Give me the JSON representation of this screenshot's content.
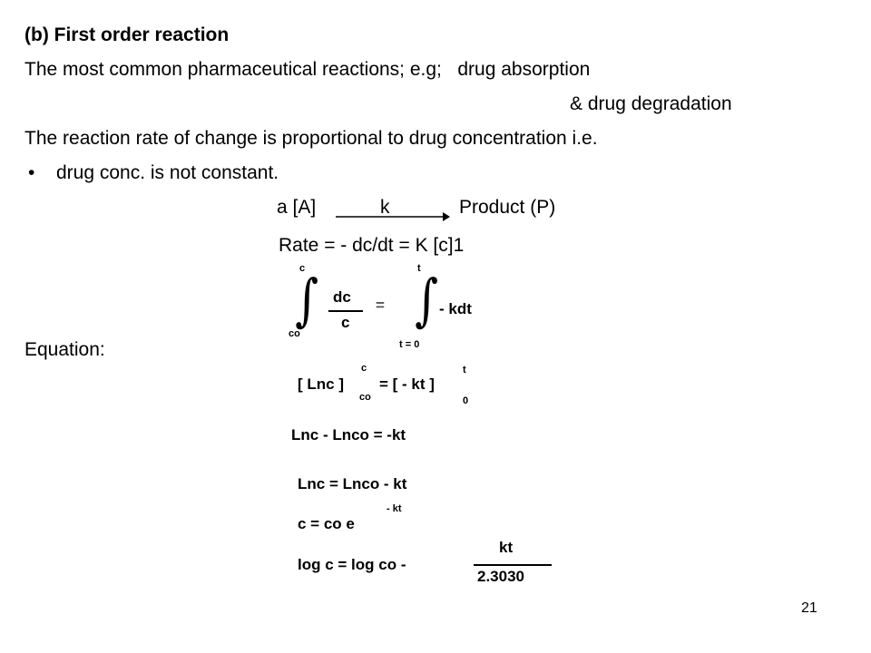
{
  "slide": {
    "title": "(b) First order reaction",
    "line1": "The most common pharmaceutical reactions; e.g;   drug absorption",
    "line2": "& drug degradation",
    "line3": "The reaction rate of change is proportional to drug concentration i.e.",
    "bullet": "drug conc. is not constant.",
    "scheme_left": "a [A]",
    "scheme_k": "k",
    "scheme_right": "Product (P)",
    "rate": "Rate = - dc/dt = K [c]1",
    "equation_label": "Equation:",
    "page_number": "21"
  },
  "formulas": {
    "int1_upper": "c",
    "int1_lower": "co",
    "int1_num": "dc",
    "int1_den": "c",
    "equals": "=",
    "int2_upper": "t",
    "int2_lower": "t = 0",
    "int2_body": "- kdt",
    "eq2_open": "[ Lnc ]",
    "eq2_sup": "c",
    "eq2_sub": "co",
    "eq2_right": "= [ - kt ]",
    "eq2_sup2": "t",
    "eq2_sub2": "0",
    "eq3": "Lnc - Lnco = -kt",
    "eq4": "Lnc = Lnco - kt",
    "eq5": "c = co e",
    "eq5_exp": "- kt",
    "eq6": "log c = log co -",
    "eq6_num": "kt",
    "eq6_den": "2.3030"
  }
}
